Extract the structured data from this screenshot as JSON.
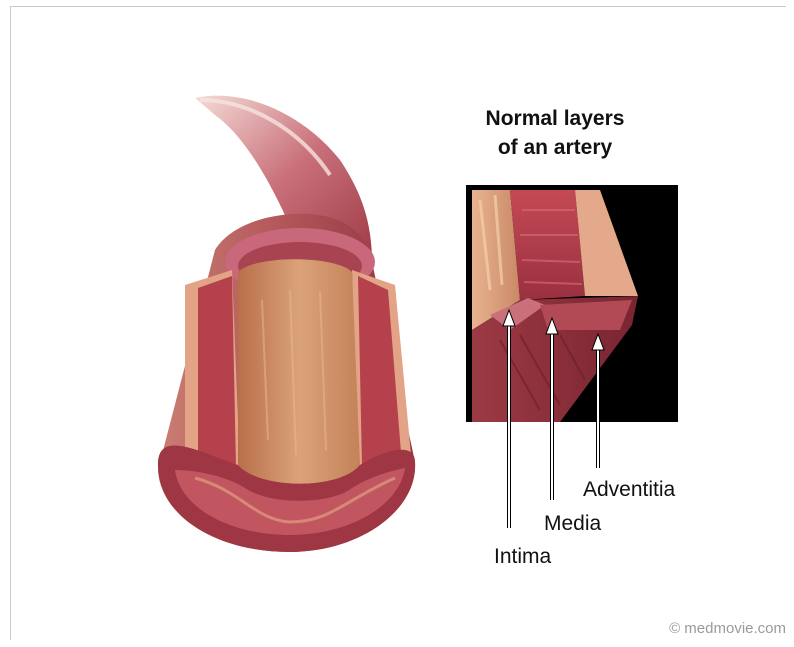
{
  "title": {
    "line1": "Normal layers",
    "line2": "of an artery"
  },
  "labels": {
    "intima": "Intima",
    "media": "Media",
    "adventitia": "Adventitia"
  },
  "copyright": "© medmovie.com",
  "colors": {
    "adventitia": "#e3a687",
    "media": "#b5414c",
    "intima": "#d9a07e",
    "lumen": "#c98a5c",
    "background_inset": "#000000"
  }
}
